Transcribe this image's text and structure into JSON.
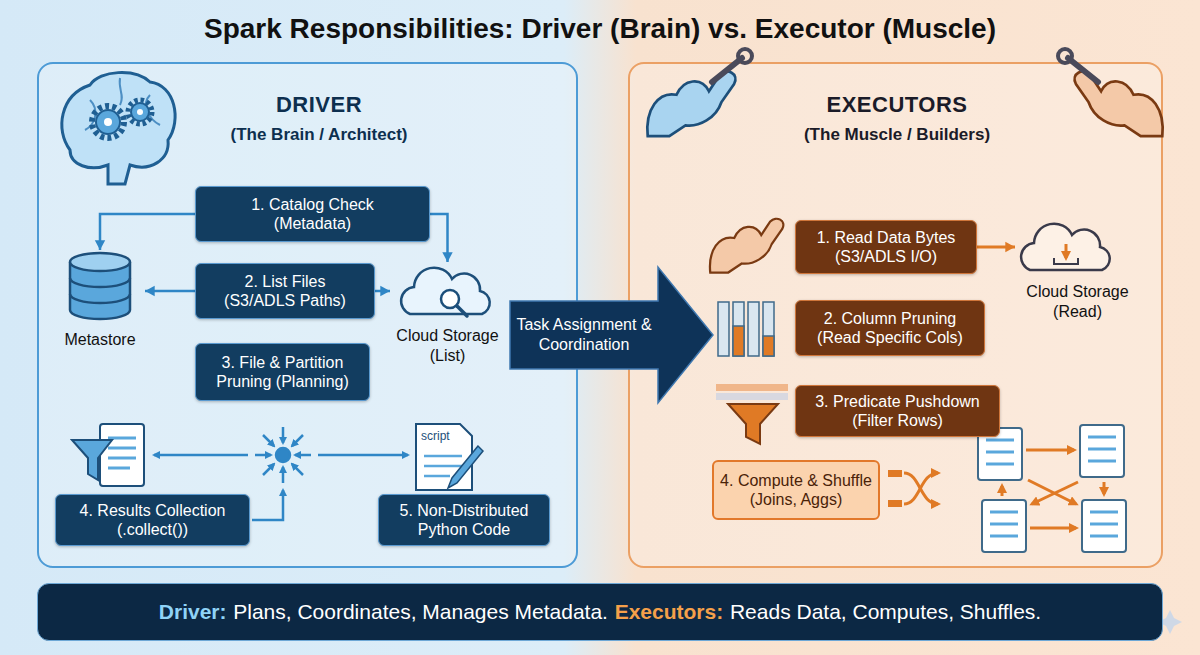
{
  "diagram": {
    "title": "Spark Responsibilities: Driver (Brain) vs. Executor (Muscle)",
    "nodes": [
      {
        "text": [
          "DRIVER",
          "(The Brain / Architect)"
        ]
      },
      {
        "text": [
          "1. Catalog Check (Metadata)"
        ],
        "in": 0
      },
      {
        "text": [
          "Metastore"
        ],
        "in": 0
      },
      {
        "text": [
          "2. List Files (S3/ADLS Paths)"
        ],
        "in": 0
      },
      {
        "text": [
          "Cloud Storage (List)"
        ],
        "in": 0
      },
      {
        "text": [
          "3. File & Partition Pruning (Planning)"
        ],
        "in": 0
      },
      {
        "text": [
          "4. Results Collection (.collect())"
        ],
        "in": 0
      },
      {
        "text": [
          "5. Non-Distributed Python Code"
        ],
        "in": 0
      },
      {
        "text": [
          "EXECUTORS",
          "(The Muscle / Builders)"
        ]
      },
      {
        "text": [
          "1. Read Data Bytes (S3/ADLS I/O)"
        ],
        "in": 8
      },
      {
        "text": [
          "Cloud Storage (Read)"
        ],
        "in": 8
      },
      {
        "text": [
          "2. Column Pruning (Read Specific Cols)"
        ],
        "in": 8
      },
      {
        "text": [
          "3. Predicate Pushdown (Filter Rows)"
        ],
        "in": 8
      },
      {
        "text": [
          "4. Compute & Shuffle (Joins, Aggs)"
        ],
        "in": 8
      },
      {
        "text": [
          "Driver:",
          "Plans, Coordinates, Manages Metadata.",
          "Executors:",
          "Reads Data, Computes, Shuffles."
        ]
      }
    ],
    "edges": [
      {
        "from": 1,
        "to": 2,
        "arrow": "to"
      },
      {
        "from": 1,
        "to": 4,
        "arrow": "to"
      },
      {
        "from": 3,
        "to": 2,
        "arrow": "to"
      },
      {
        "from": 3,
        "to": 4,
        "arrow": "to"
      },
      {
        "from": 0,
        "to": 8,
        "label": "Task Assignment & Coordination",
        "arrow": "to"
      },
      {
        "from": 9,
        "to": 10,
        "arrow": "to"
      }
    ],
    "labels": [
      "script"
    ]
  }
}
